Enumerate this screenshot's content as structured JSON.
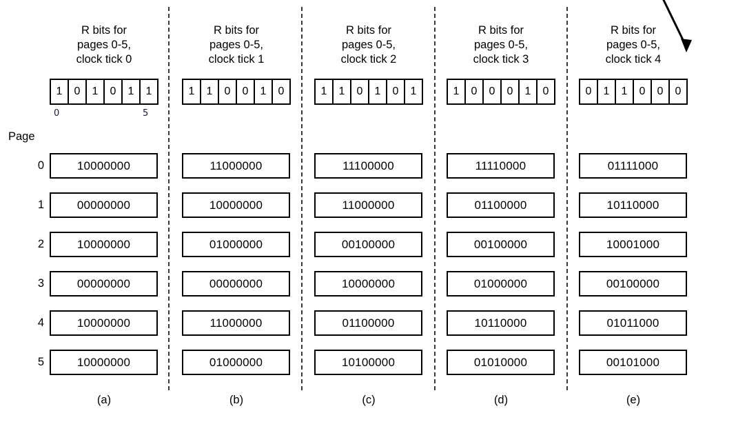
{
  "figure": {
    "page_label": "Page",
    "row_indices": [
      "0",
      "1",
      "2",
      "3",
      "4",
      "5"
    ],
    "rbit_index_ticks": {
      "first": "0",
      "last": "5"
    },
    "arrow": {
      "name": "down-right-arrow",
      "color": "#000000"
    }
  },
  "columns": [
    {
      "id": "a",
      "caption": "(a)",
      "header": "R bits for\npages 0-5,\nclock tick 0",
      "header_lines": [
        "R bits for",
        "pages 0-5,",
        "clock tick 0"
      ],
      "clock_tick": "0",
      "r_bits": [
        "1",
        "0",
        "1",
        "0",
        "1",
        "1"
      ],
      "counters": [
        "10000000",
        "00000000",
        "10000000",
        "00000000",
        "10000000",
        "10000000"
      ]
    },
    {
      "id": "b",
      "caption": "(b)",
      "header": "R bits for\npages 0-5,\nclock tick 1",
      "header_lines": [
        "R bits for",
        "pages 0-5,",
        "clock tick 1"
      ],
      "clock_tick": "1",
      "r_bits": [
        "1",
        "1",
        "0",
        "0",
        "1",
        "0"
      ],
      "counters": [
        "11000000",
        "10000000",
        "01000000",
        "00000000",
        "11000000",
        "01000000"
      ]
    },
    {
      "id": "c",
      "caption": "(c)",
      "header": "R bits for\npages 0-5,\nclock tick 2",
      "header_lines": [
        "R bits for",
        "pages 0-5,",
        "clock tick 2"
      ],
      "clock_tick": "2",
      "r_bits": [
        "1",
        "1",
        "0",
        "1",
        "0",
        "1"
      ],
      "counters": [
        "11100000",
        "11000000",
        "00100000",
        "10000000",
        "01100000",
        "10100000"
      ]
    },
    {
      "id": "d",
      "caption": "(d)",
      "header": "R bits for\npages 0-5,\nclock tick 3",
      "header_lines": [
        "R bits for",
        "pages 0-5,",
        "clock tick 3"
      ],
      "clock_tick": "3",
      "r_bits": [
        "1",
        "0",
        "0",
        "0",
        "1",
        "0"
      ],
      "counters": [
        "11110000",
        "01100000",
        "00100000",
        "01000000",
        "10110000",
        "01010000"
      ]
    },
    {
      "id": "e",
      "caption": "(e)",
      "header": "R bits for\npages 0-5,\nclock tick 4",
      "header_lines": [
        "R bits for",
        "pages 0-5,",
        "clock tick 4"
      ],
      "clock_tick": "4",
      "r_bits": [
        "0",
        "1",
        "1",
        "0",
        "0",
        "0"
      ],
      "counters": [
        "01111000",
        "10110000",
        "10001000",
        "00100000",
        "01011000",
        "00101000"
      ]
    }
  ],
  "layout": {
    "column_left": [
      72,
      264,
      456,
      648,
      840
    ],
    "separator_left": [
      244,
      437,
      630,
      822
    ],
    "row_top": [
      222,
      279,
      336,
      393,
      450,
      507
    ],
    "colors": {
      "ink": "#000000",
      "separator": "#3a3a3a",
      "background": "#ffffff"
    }
  }
}
